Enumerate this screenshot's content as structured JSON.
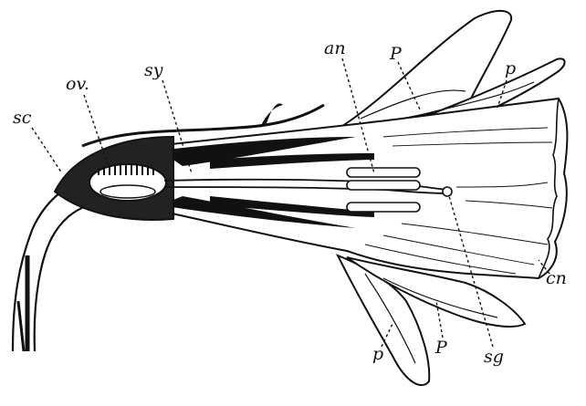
{
  "figure": {
    "labels": {
      "sc": "sc",
      "ov": "ov.",
      "sy": "sy",
      "an": "an",
      "p_upper_large": "P",
      "p_upper_small": "p",
      "cn": "cn",
      "p_lower_small": "p",
      "p_lower_large": "P",
      "sg": "sg"
    },
    "colors": {
      "ink": "#111111",
      "paper": "#ffffff"
    }
  }
}
